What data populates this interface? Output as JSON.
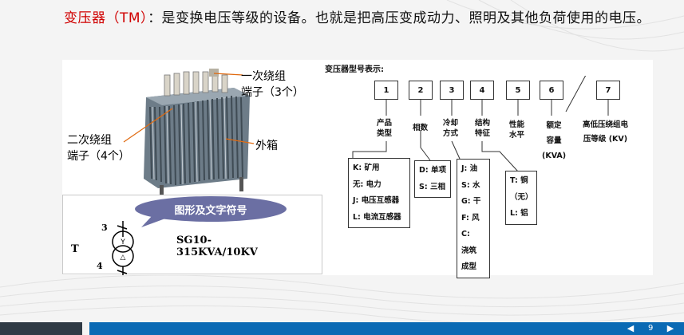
{
  "title": {
    "term": "变压器（TM）",
    "text": "：是变换电压等级的设备。也就是把高压变成动力、照明及其他负荷使用的电压。"
  },
  "photo_labels": {
    "primary_terminal": [
      "一次绕组",
      "端子（3个）"
    ],
    "secondary_terminal": [
      "二次绕组",
      "端子（4个）"
    ],
    "outer_case": "外箱"
  },
  "symbol": {
    "banner": "图形及文字符号",
    "top_num": "3",
    "bottom_num": "4",
    "letter": "T",
    "y_mark": "Y",
    "delta_mark": "△",
    "model_line1": "SG10-",
    "model_line2": "315KVA/10KV"
  },
  "model_code": {
    "heading": "变压器型号表示:",
    "numbers": [
      "1",
      "2",
      "3",
      "4",
      "5",
      "6",
      "7"
    ],
    "categories": [
      [
        "产品",
        "类型"
      ],
      [
        "相数"
      ],
      [
        "冷却",
        "方式"
      ],
      [
        "结构",
        "特征"
      ],
      [
        "性能",
        "水平"
      ],
      [
        "额定",
        "容量",
        "(KVA)"
      ],
      [
        "高低压绕组电",
        "压等级 (KV)"
      ]
    ],
    "box1": [
      "K: 矿用",
      "无: 电力",
      "J: 电压互感器",
      "L: 电流互感器"
    ],
    "box2": [
      "D: 单项",
      "S: 三相"
    ],
    "box3": [
      "J: 油",
      "S: 水",
      "G: 干",
      "F: 风",
      "C:",
      "浇筑",
      "成型"
    ],
    "box4": [
      "T: 铜",
      "（无）",
      "L: 铝"
    ]
  },
  "footer": {
    "prev_icon": "◀",
    "page": "9",
    "next_icon": "▶"
  }
}
